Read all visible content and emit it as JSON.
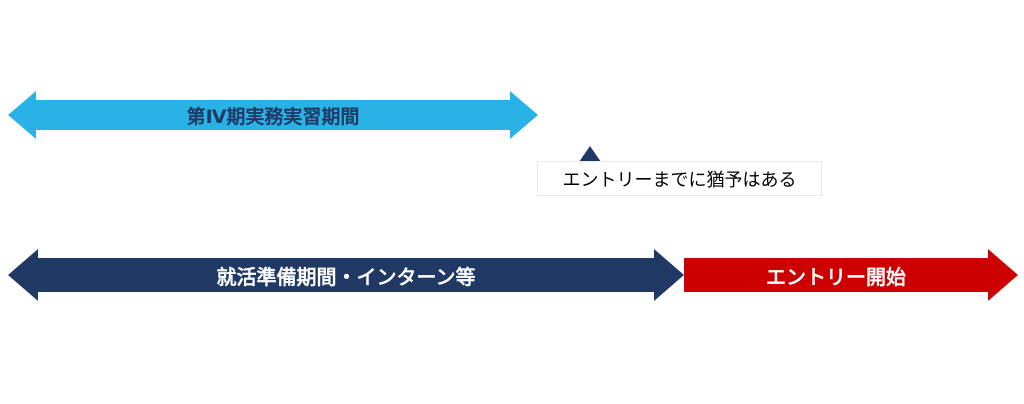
{
  "diagram": {
    "top_arrow": {
      "label": "第Ⅳ期実務実習期間"
    },
    "callout": {
      "text": "エントリーまでに猶予はある"
    },
    "bottom_left_arrow": {
      "label": "就活準備期間・インターン等"
    },
    "bottom_right_arrow": {
      "label": "エントリー開始"
    }
  },
  "colors": {
    "cyan": "#29b2e5",
    "navy": "#1f3864",
    "red": "#cc0000",
    "callout_background": "#ffffff",
    "callout_text": "#000000"
  }
}
